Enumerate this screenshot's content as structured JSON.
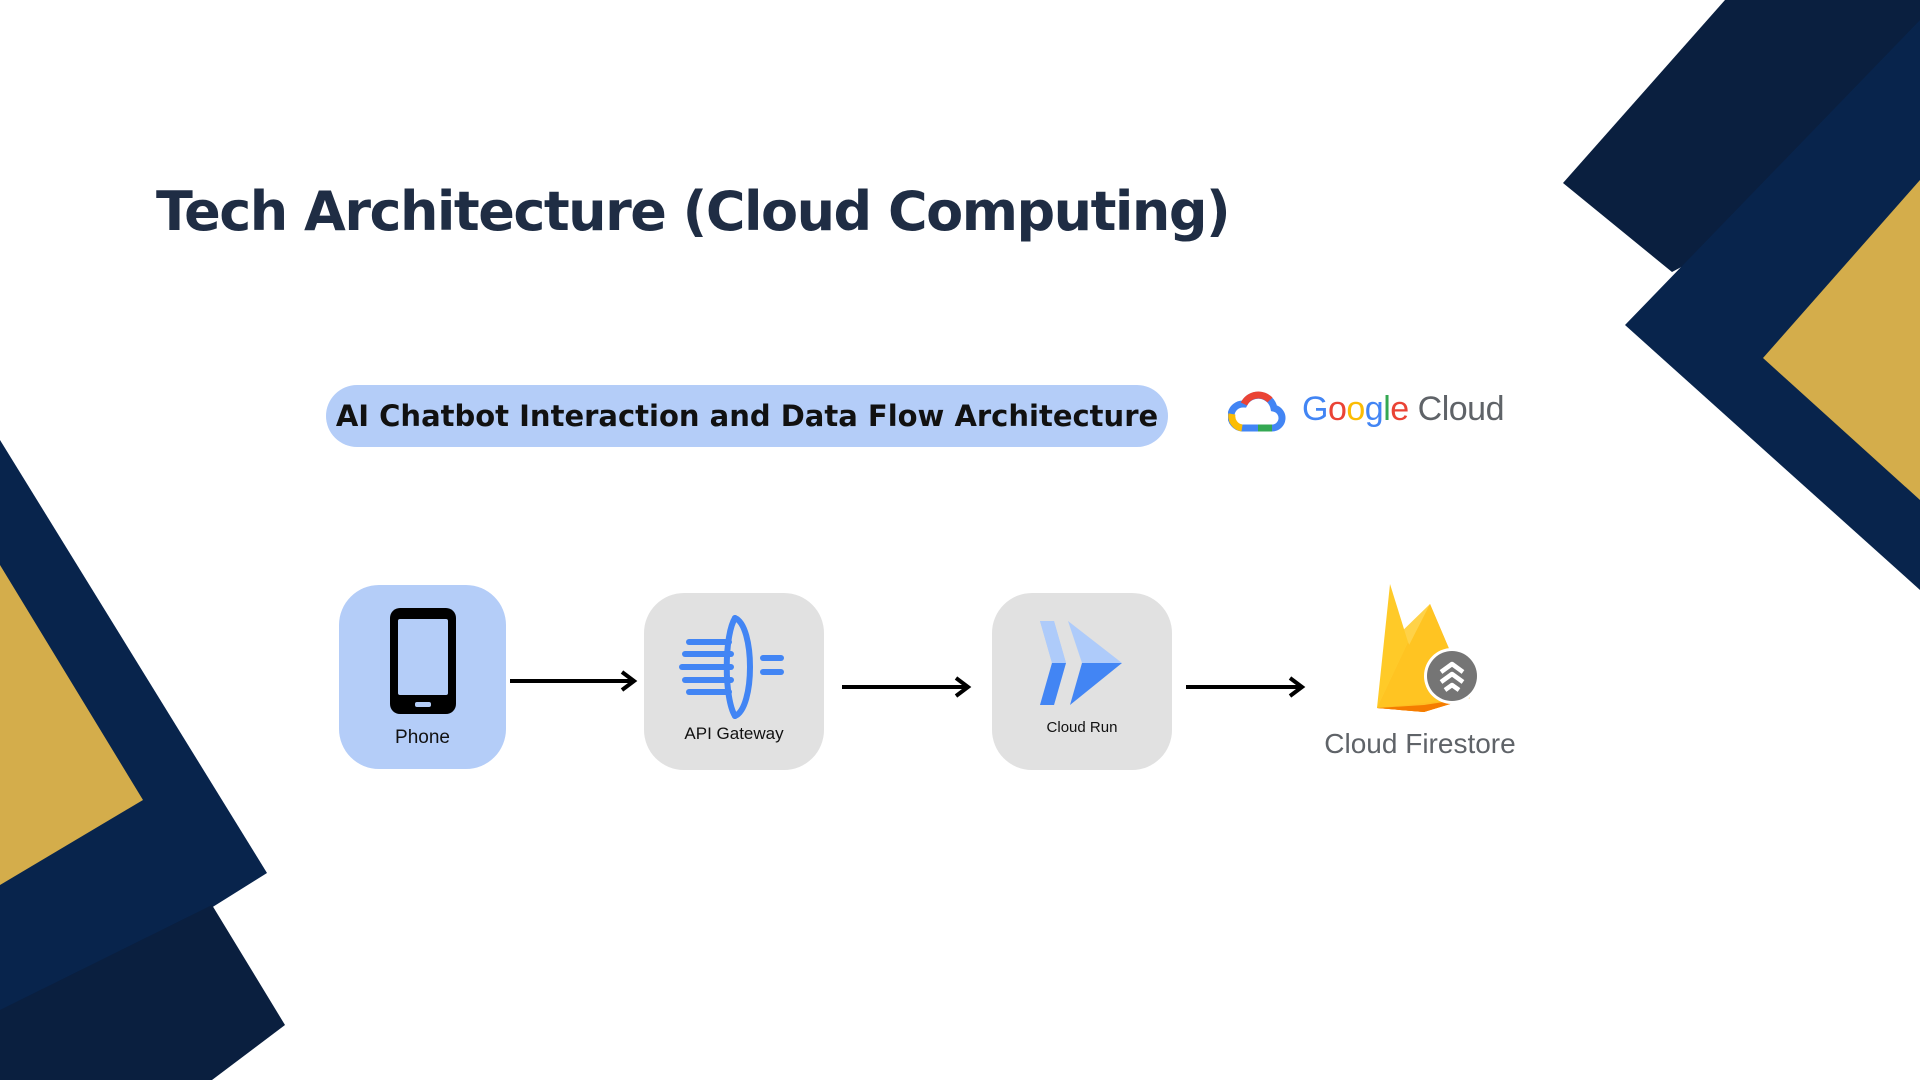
{
  "slide": {
    "title": "Tech Architecture (Cloud Computing)",
    "colors": {
      "navy": "#08244c",
      "navy_dark": "#0a1f3f",
      "gold": "#d4ad4b",
      "title": "#1f2d44",
      "pill": "#b4cdf8",
      "node_grey": "#e1e1e1"
    }
  },
  "diagram": {
    "banner": "AI Chatbot Interaction and Data Flow Architecture",
    "brand": {
      "logo_icon": "google-cloud-logo-icon",
      "word_letters": [
        "G",
        "o",
        "o",
        "g",
        "l",
        "e"
      ],
      "suffix": "Cloud"
    },
    "nodes": [
      {
        "id": "phone",
        "label": "Phone",
        "icon": "smartphone-icon"
      },
      {
        "id": "api-gateway",
        "label": "API Gateway",
        "icon": "api-gateway-icon"
      },
      {
        "id": "cloud-run",
        "label": "Cloud Run",
        "icon": "cloud-run-icon"
      },
      {
        "id": "cloud-firestore",
        "label": "Cloud Firestore",
        "icon": "firestore-icon"
      }
    ],
    "edges": [
      {
        "from": "phone",
        "to": "api-gateway"
      },
      {
        "from": "api-gateway",
        "to": "cloud-run"
      },
      {
        "from": "cloud-run",
        "to": "cloud-firestore"
      }
    ]
  }
}
